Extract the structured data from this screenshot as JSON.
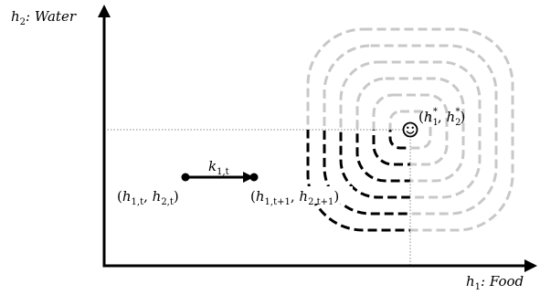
{
  "axes": {
    "y_label_prefix": "h",
    "y_label_sub": "2",
    "y_label_text": ": Water",
    "x_label_prefix": "h",
    "x_label_sub": "1",
    "x_label_text": ": Food"
  },
  "points": {
    "start": {
      "h": "h",
      "sub1": "1,t",
      "sub2": "2,t"
    },
    "end": {
      "h": "h",
      "sub1": "1,t+1",
      "sub2": "2,t+1"
    }
  },
  "arrow_label": {
    "k": "k",
    "sub": "1,t"
  },
  "goal": {
    "h1": "h",
    "sub1": "1",
    "h2": "h",
    "sub2": "2",
    "star": "*",
    "icon": "smiley-icon"
  },
  "colors": {
    "axis": "#000000",
    "contour_inner": "#000000",
    "contour_outer": "#c8c8c8",
    "guide": "#888888"
  }
}
